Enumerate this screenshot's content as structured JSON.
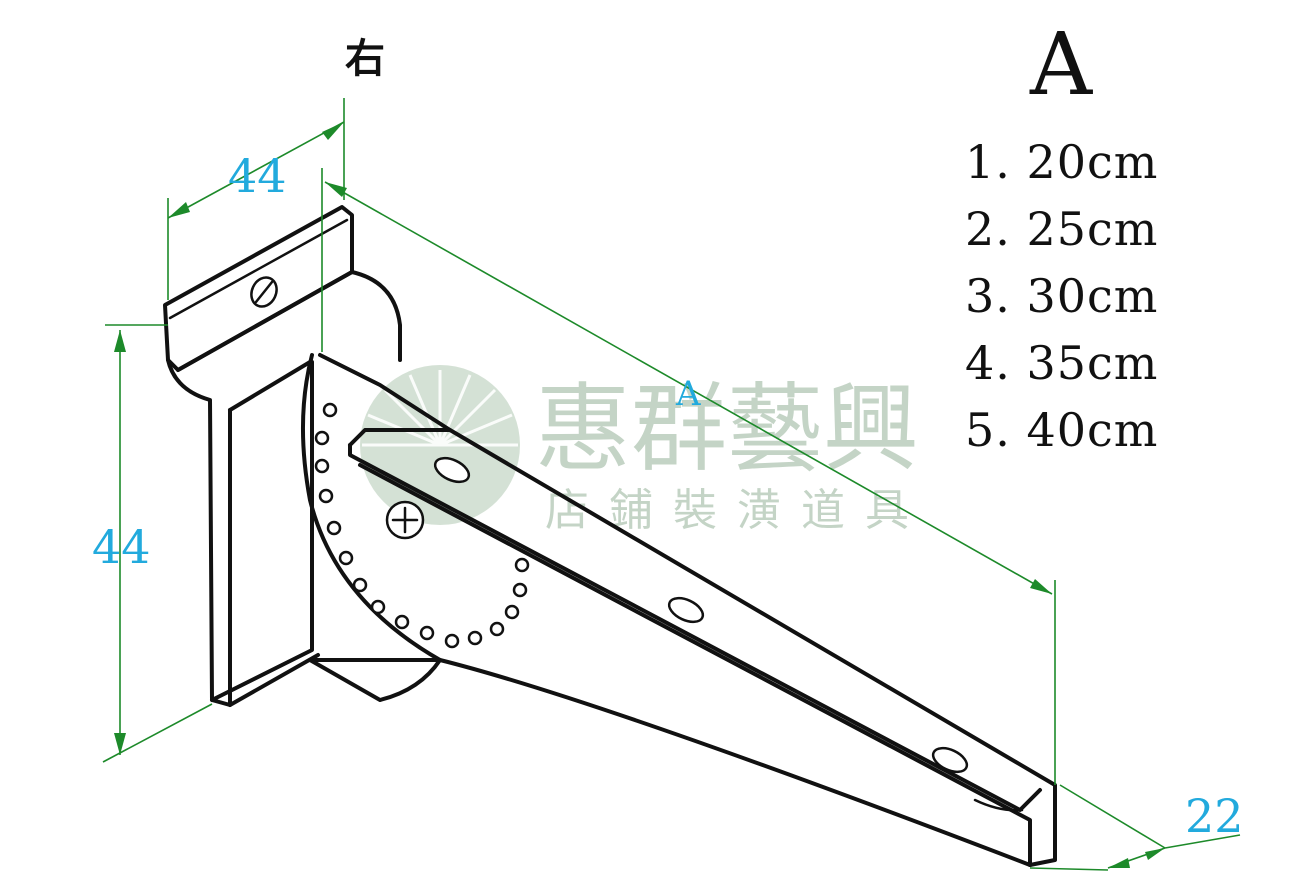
{
  "diagram": {
    "side_label": "右",
    "size_table": {
      "title": "A",
      "options": [
        "1. 20cm",
        "2. 25cm",
        "3. 30cm",
        "4. 35cm",
        "5. 40cm"
      ]
    },
    "dimensions": {
      "top_width": "44",
      "left_height": "44",
      "length": "A",
      "tip_width": "22"
    },
    "watermark": {
      "name": "惠群藝興",
      "tagline": "店鋪裝潢道具"
    },
    "colors": {
      "dimension_line": "#1d8a2a",
      "dimension_text": "#22aadd",
      "line_art": "#111111",
      "watermark": "#c4d4c6"
    }
  }
}
